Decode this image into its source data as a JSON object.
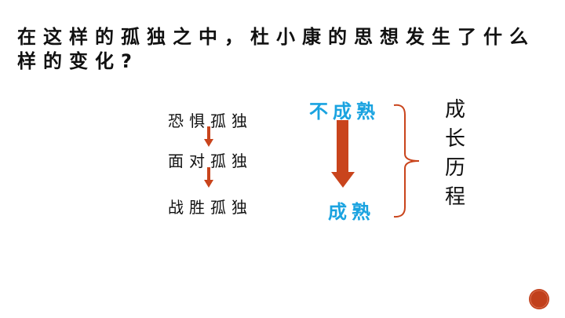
{
  "slide": {
    "title": "在这样的孤独之中，杜小康的思想发生了什么样的变化?",
    "steps": [
      "恐惧孤独",
      "面对孤独",
      "战胜孤独"
    ],
    "from_state": "不成熟",
    "to_state": "成熟",
    "summary_chars": [
      "成",
      "长",
      "历",
      "程"
    ],
    "colors": {
      "accent": "#c9441c",
      "blue": "#1aa3e0"
    }
  }
}
